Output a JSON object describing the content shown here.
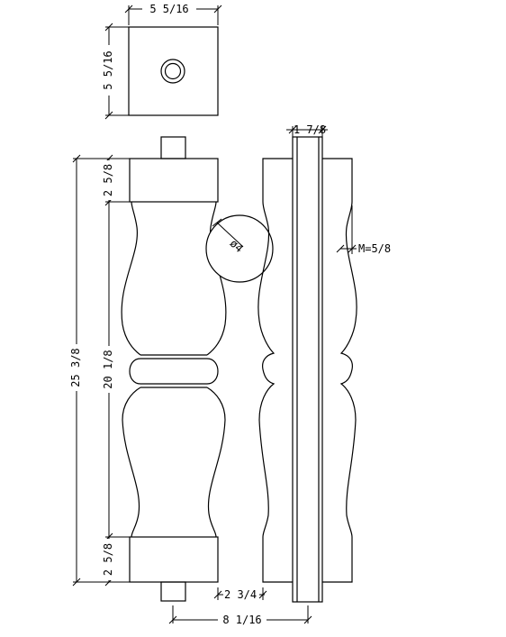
{
  "dimensions": {
    "top_width": "5 5/16",
    "top_height": "5 5/16",
    "side_thickness": "1 7/8",
    "cap_top": "2 5/8",
    "cap_bottom": "2 5/8",
    "overall_height": "25 3/8",
    "turned_length": "20 1/8",
    "circle_diameter": "ø4",
    "profile_depth": "M=5/8",
    "pin_offset": "2 3/4",
    "overall_width": "8 1/16"
  }
}
